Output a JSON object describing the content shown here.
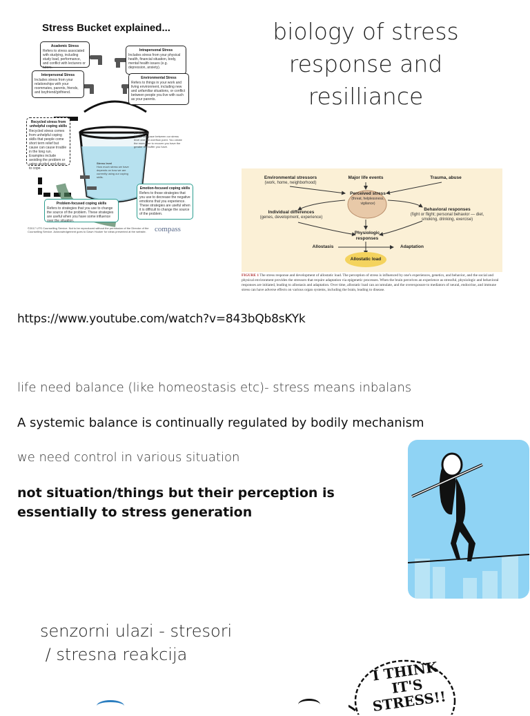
{
  "slide": {
    "title_lines": [
      "biology of stress",
      "response and",
      "resilliance"
    ],
    "youtube_url": "https://www.youtube.com/watch?v=843bQb8sKYk",
    "line_balance": "life need balance (like homeostasis etc)- stress means inbalans",
    "line_systemic": "A systemic balance is continually regulated by bodily mechanism",
    "line_control": "we need control in various situation",
    "line_perception_1": "not situation/things but their perception is",
    "line_perception_2": "essentially to stress generation",
    "line_senzorni_1": "senzorni ulazi - stresori",
    "line_senzorni_2": " / stresna reakcija"
  },
  "stress_bucket": {
    "heading": "Stress Bucket explained...",
    "academic_title": "Academic Stress",
    "academic_text": "Refers to stress associated with studying, including study load, performance, and conflict with lecturers or tutors.",
    "intrapersonal_title": "Intrapersonal Stress",
    "intrapersonal_text": "Includes stress from your physical health, financial situation, body, mental health issues (e.g. depression, anxiety).",
    "interpersonal_title": "Interpersonal Stress",
    "interpersonal_text": "Includes stress from your relationships with your roommates, parents, friends, and boyfriend/girlfriend.",
    "environmental_title": "Environmental Stress",
    "environmental_text": "Refers to things in your work and living environment, including new and unfamiliar situations, or conflict between people you live with such as your parents.",
    "recycled_title": "Recycled stress from unhelpful coping skills",
    "recycled_text": "Recycled stress comes from unhelpful coping skills that people come short term relief but cause can cause trouble in the long run. Examples include avoiding the problem or using alcohol and drugs to cope.",
    "buffer_title": "Buffer zone",
    "buffer_text": "This is the space between our stress level and our overflow point. You create the more time to recover you have the greater the buffer you have.",
    "stress_level_title": "Stress level",
    "stress_level_text": "How much stress we have depends on how we are currently using our coping skills.",
    "emotion_title": "Emotion-focused coping skills",
    "emotion_text": "Refers to those strategies that you use to decrease the negative emotions that you experience. These strategies are useful when it is difficult to change the source of the problem.",
    "problem_title": "Problem-focused coping skills",
    "problem_text": "Refers to strategies that you use to change the source of the problem. These strategies are useful when you have some influence over the situation.",
    "footer_text": "©2017 UTS Counselling Service. Not to be reproduced without the permission of the Director of the Counselling Service. Acknowledgement goes to Dawn Hooker for ideas presented at the website.",
    "compass_logo": "compass"
  },
  "allostatic_figure": {
    "environmental": "Environmental stressors",
    "environmental_sub": "(work, home, neighborhood)",
    "major_life": "Major life events",
    "trauma": "Trauma, abuse",
    "perceived": "Perceived stress",
    "perceived_sub": "(threat, helplessness, vigilance)",
    "individual": "Individual differences",
    "individual_sub": "(genes, development, experience)",
    "behavioral": "Behavioral responses",
    "behavioral_sub": "(fight or flight; personal behavior — diet, smoking, drinking, exercise)",
    "physiologic": "Physiologic responses",
    "allostasis": "Allostasis",
    "adaptation": "Adaptation",
    "allostatic_load": "Allostatic load",
    "caption_fig": "FIGURE 1",
    "caption_text": "The stress response and development of allostatic load. The perception of stress is influenced by one's experiences, genetics, and behavior, and the social and physical environment provides the stressors that require adaptation via epigenetic processes. When the brain perceives an experience as stressful, physiologic and behavioral responses are initiated, leading to allostasis and adaptation. Over time, allostatic load can accumulate, and the overexposure to mediators of neural, endocrine, and immune stress can have adverse effects on various organ systems, including the brain, leading to disease."
  },
  "cartoon": {
    "thought_text_1": "I THINK",
    "thought_text_2": "IT'S",
    "thought_text_3": "STRESS!!"
  },
  "colors": {
    "rope_background": "#8fd3f4",
    "figure_background": "#fbf0d6",
    "allostatic_load_fill": "#f4d35e",
    "bucket_water": "#a9dcec"
  }
}
